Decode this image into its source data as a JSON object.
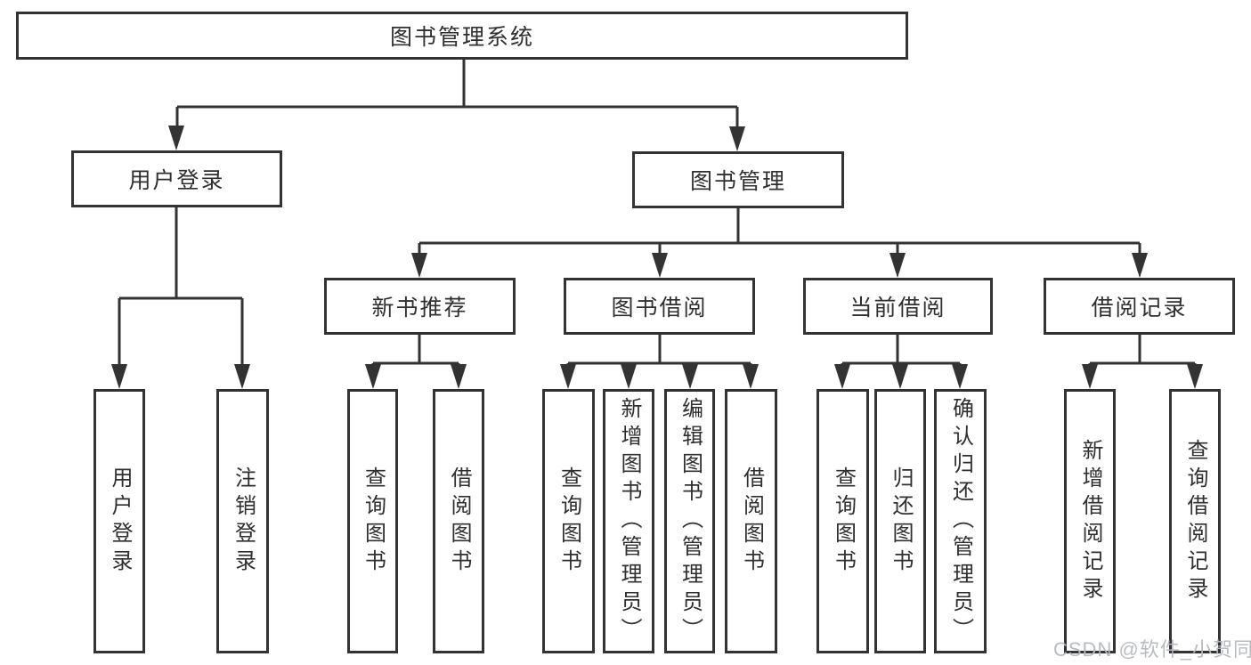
{
  "nodes": {
    "root": "图书管理系统",
    "user_login": "用户登录",
    "book_mgmt": "图书管理",
    "new_books": "新书推荐",
    "book_borrow": "图书借阅",
    "current_borrow": "当前借阅",
    "borrow_records": "借阅记录",
    "ul_login": "用户登录",
    "ul_logout": "注销登录",
    "nb_query": "查询图书",
    "nb_borrow": "借阅图书",
    "bb_query": "查询图书",
    "bb_add": "新增图书（管理员）",
    "bb_edit": "编辑图书（管理员）",
    "bb_borrow": "借阅图书",
    "cb_query": "查询图书",
    "cb_return": "归还图书",
    "cb_confirm": "确认归还（管理员）",
    "br_add": "新增借阅记录",
    "br_query": "查询借阅记录"
  },
  "watermark": "CSDN @软件_小贺同学",
  "colors": {
    "line": "#333333",
    "text": "#2f2f2f",
    "watermark": "#b4b8bf",
    "background": "#ffffff"
  }
}
